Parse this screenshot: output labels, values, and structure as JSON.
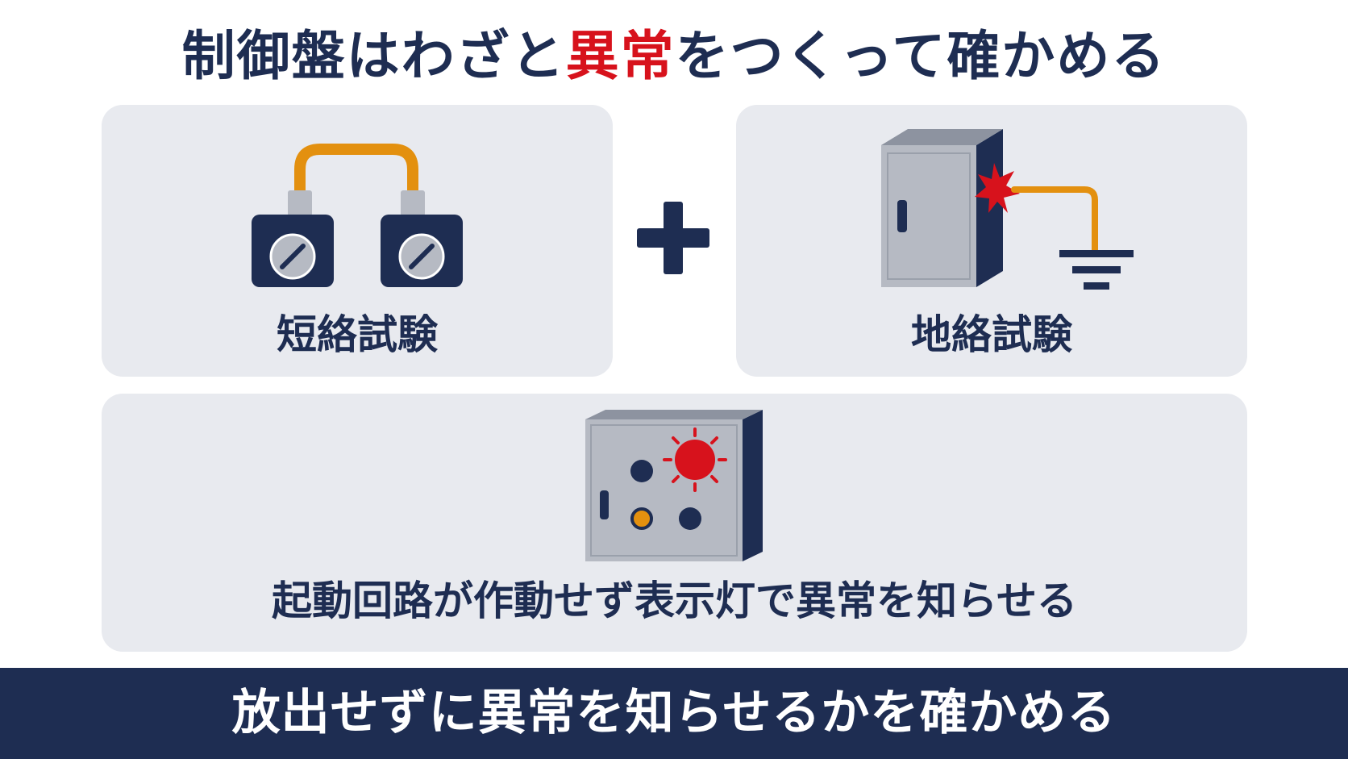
{
  "colors": {
    "navy": "#1e2d52",
    "red": "#d7121c",
    "orange": "#e3900f",
    "card_bg": "#e8eaef",
    "gray": "#b6bac3"
  },
  "title": {
    "part1": "制御盤はわざと",
    "highlight": "異常",
    "part2": "をつくって確かめる"
  },
  "cards": {
    "short_circuit": {
      "label": "短絡試験",
      "icon": "jumper-terminals-icon"
    },
    "ground_fault": {
      "label": "地絡試験",
      "icon": "cabinet-ground-fault-icon"
    },
    "panel": {
      "label": "起動回路が作動せず表示灯で異常を知らせる",
      "icon": "control-panel-alarm-icon"
    }
  },
  "connector": {
    "icon": "plus-icon"
  },
  "footer": {
    "text": "放出せずに異常を知らせるかを確かめる"
  }
}
